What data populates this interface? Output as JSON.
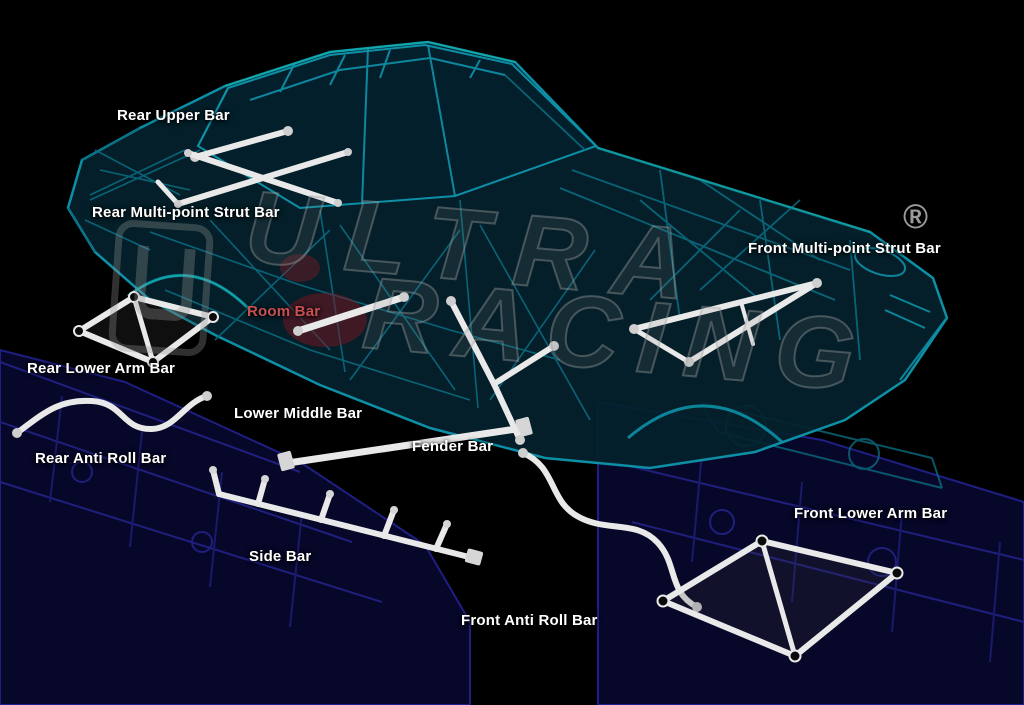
{
  "diagram": {
    "title_context": "car chassis strengthening bars diagram",
    "background_color": "#000000",
    "colors": {
      "label": "#ffffff",
      "room_bar_label": "#c75050",
      "chassis_teal": "#0d8fa6",
      "chassis_teal_dim": "#0a6b80",
      "chassis_fill": "#04222c",
      "underframe_blue": "#08082e",
      "underframe_stroke": "#2b2bb0",
      "bar_white": "#e9e9e9",
      "watermark_gray": "#9a9a9a"
    },
    "labels": {
      "rear_upper_bar": "Rear Upper Bar",
      "rear_multi_point_strut_bar": "Rear Multi-point Strut Bar",
      "room_bar": "Room Bar",
      "rear_lower_arm_bar": "Rear Lower Arm Bar",
      "lower_middle_bar": "Lower Middle Bar",
      "rear_anti_roll_bar": "Rear Anti Roll Bar",
      "fender_bar": "Fender Bar",
      "side_bar": "Side Bar",
      "front_anti_roll_bar": "Front Anti Roll Bar",
      "front_multi_point_strut_bar": "Front Multi-point Strut Bar",
      "front_lower_arm_bar": "Front Lower Arm Bar"
    },
    "watermark": {
      "brand_top": "ULTRA",
      "brand_bottom": "RACING",
      "registered": "®"
    }
  }
}
